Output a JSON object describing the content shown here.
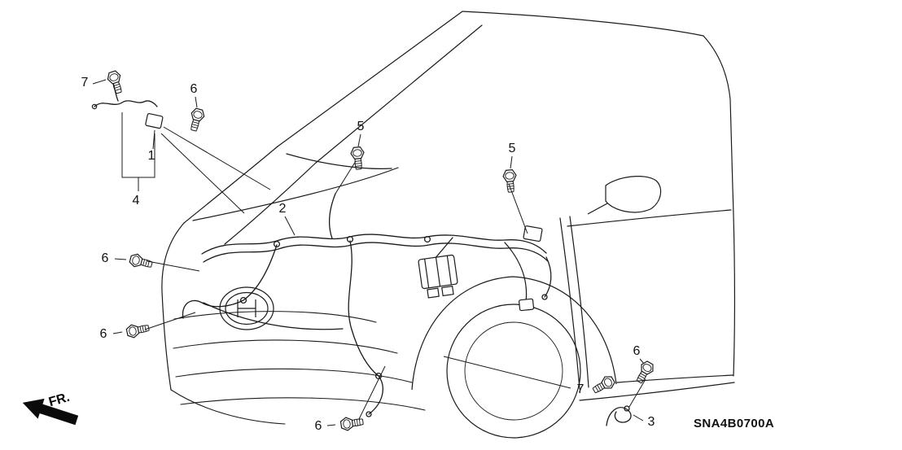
{
  "diagram": {
    "code": "SNA4B0700A",
    "fr_label": "FR.",
    "description": "wire-harness-parts-diagram",
    "callouts": [
      {
        "label": "7"
      },
      {
        "label": "6"
      },
      {
        "label": "1"
      },
      {
        "label": "4"
      },
      {
        "label": "5"
      },
      {
        "label": "5"
      },
      {
        "label": "2"
      },
      {
        "label": "6"
      },
      {
        "label": "6"
      },
      {
        "label": "6"
      },
      {
        "label": "7"
      },
      {
        "label": "6"
      },
      {
        "label": "3"
      }
    ]
  }
}
